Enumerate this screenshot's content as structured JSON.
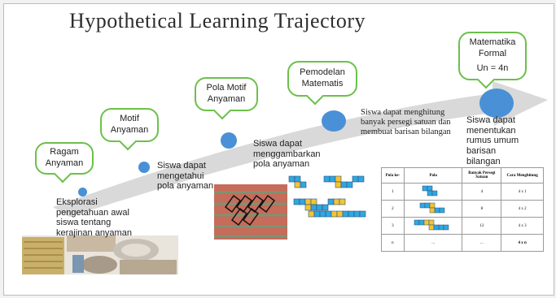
{
  "title": "Hypothetical Learning Trajectory",
  "colors": {
    "bubble_border": "#6cc04a",
    "dot": "#4a90d6",
    "arrow": "#d9d9d9"
  },
  "stages": [
    {
      "bubble": [
        "Ragam",
        "Anyaman"
      ],
      "description": "Eksplorasi pengetahuan awal siswa tentang kerajinan anyaman"
    },
    {
      "bubble": [
        "Motif",
        "Anyaman"
      ],
      "description": "Siswa dapat mengetahui pola anyaman"
    },
    {
      "bubble": [
        "Pola Motif",
        "Anyaman"
      ],
      "description": "Siswa dapat menggambarkan pola anyaman"
    },
    {
      "bubble": [
        "Pemodelan",
        "Matematis"
      ],
      "description": "Siswa dapat menghitung banyak persegi satuan dan membuat barisan bilangan"
    },
    {
      "bubble": [
        "Matematika",
        "Formal",
        "Un = 4n"
      ],
      "description": "Siswa dapat menentukan rumus umum barisan bilangan"
    }
  ],
  "table": {
    "headers": [
      "Pola ke-",
      "Pola",
      "Banyak Persegi Satuan",
      "Cara Menghitung"
    ],
    "rows": [
      {
        "n": "1",
        "count": "4",
        "way": "4 x 1"
      },
      {
        "n": "2",
        "count": "8",
        "way": "4 x 2"
      },
      {
        "n": "3",
        "count": "12",
        "way": "4 x 3"
      },
      {
        "n": "n",
        "pattern": "...",
        "count": "...",
        "way": "4 x n"
      }
    ]
  }
}
